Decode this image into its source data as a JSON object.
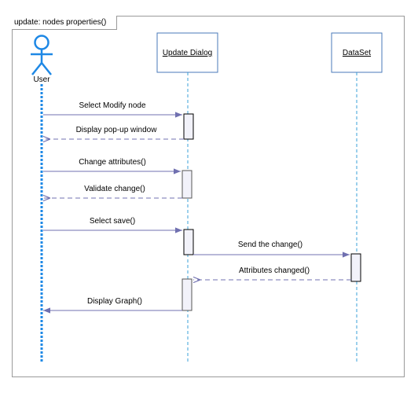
{
  "diagram": {
    "frame_title": "update: nodes properties()",
    "lifelines": {
      "user": "User",
      "update_dialog": "Update Dialog",
      "dataset": "DataSet"
    },
    "messages": [
      "Select Modify node",
      "Display pop-up window",
      "Change attributes()",
      "Validate change()",
      "Select save()",
      "Send the change()",
      "Attributes changed()",
      "Display Graph()"
    ],
    "colors": {
      "line": "#7070b0",
      "actor": "#1e88e5",
      "lifeline_box_border": "#4a7ab8",
      "activation_fill": "#f2f2fa"
    }
  }
}
